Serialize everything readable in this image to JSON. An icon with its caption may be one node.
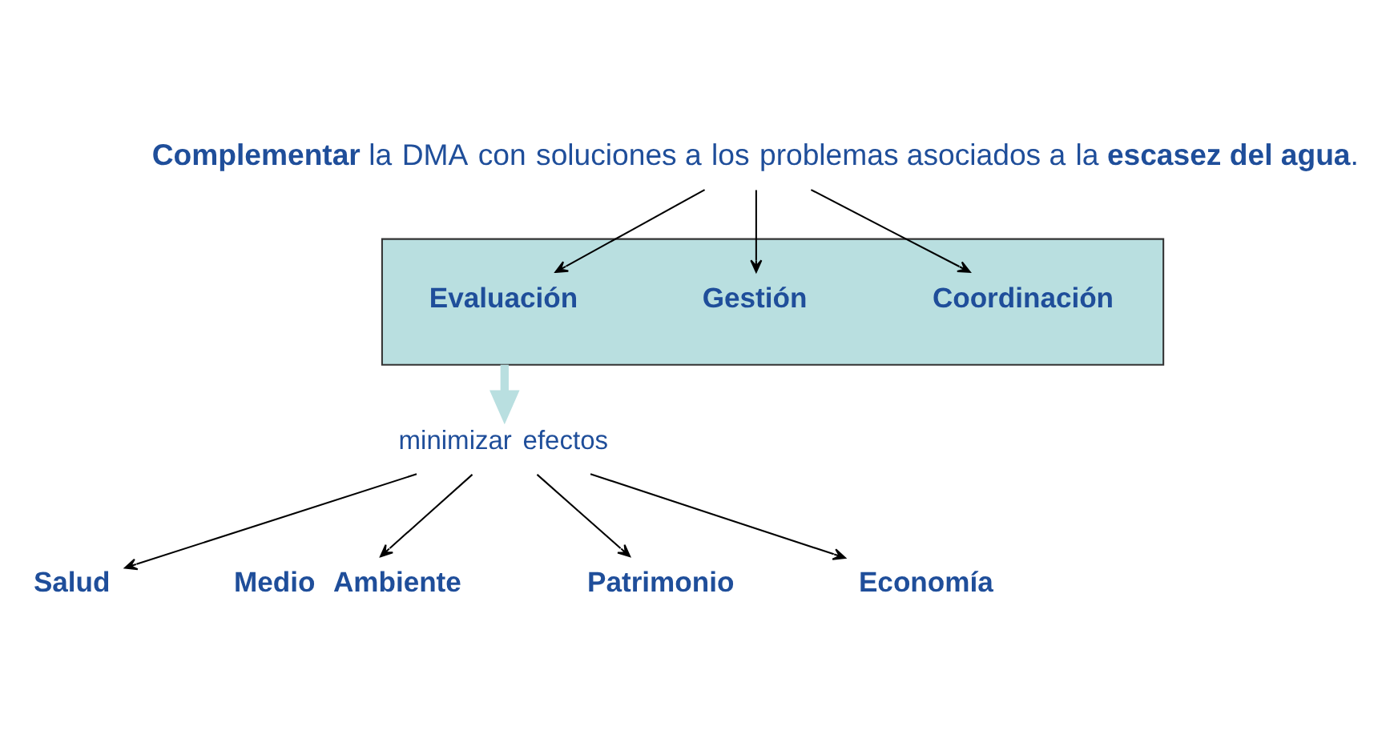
{
  "diagram": {
    "nodes": [
      {
        "text": [
          "**Complementar** la DMA con soluciones a los problemas asociados a la **escasez del agua**."
        ]
      },
      {
        "text": [],
        "shape": "box"
      },
      {
        "text": [
          "Evaluación"
        ],
        "in": 1
      },
      {
        "text": [
          "Gestión"
        ],
        "in": 1
      },
      {
        "text": [
          "Coordinación"
        ],
        "in": 1
      },
      {
        "text": [
          "minimizar efectos"
        ]
      },
      {
        "text": [
          "Salud"
        ]
      },
      {
        "text": [
          "Medio  Ambiente"
        ]
      },
      {
        "text": [
          "Patrimonio"
        ]
      },
      {
        "text": [
          "Economía"
        ]
      }
    ],
    "edges": [
      {
        "from": 0,
        "to": 2,
        "arrow": "to"
      },
      {
        "from": 0,
        "to": 3,
        "arrow": "to"
      },
      {
        "from": 0,
        "to": 4,
        "arrow": "to"
      },
      {
        "from": 1,
        "to": 5,
        "arrow": "to",
        "style": "thick",
        "color": "#b9dfe0"
      },
      {
        "from": 5,
        "to": 6,
        "arrow": "to"
      },
      {
        "from": 5,
        "to": 7,
        "arrow": "to"
      },
      {
        "from": 5,
        "to": 8,
        "arrow": "to"
      },
      {
        "from": 5,
        "to": 9,
        "arrow": "to"
      }
    ]
  }
}
